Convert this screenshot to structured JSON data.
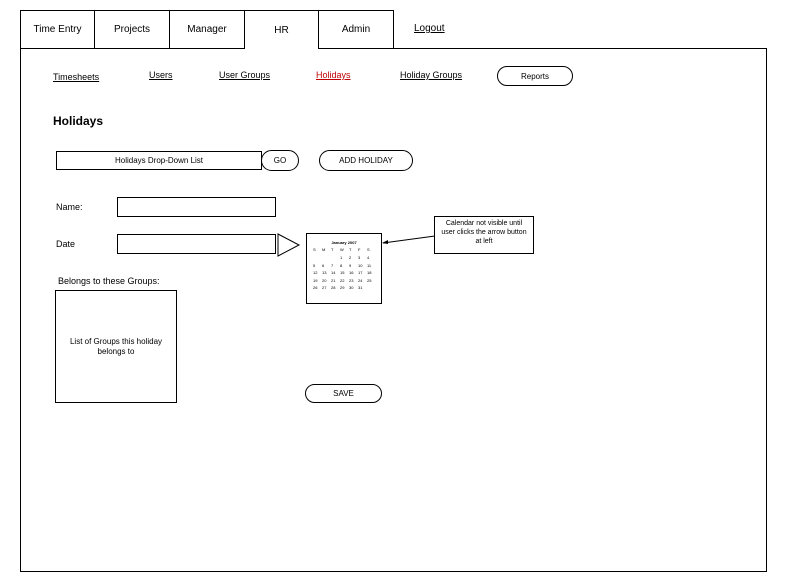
{
  "tabs": [
    {
      "label": "Time Entry"
    },
    {
      "label": "Projects"
    },
    {
      "label": "Manager"
    },
    {
      "label": "HR"
    },
    {
      "label": "Admin"
    },
    {
      "label": "Logout"
    }
  ],
  "subnav": {
    "timesheets": "Timesheets",
    "users": "Users",
    "user_groups": "User Groups",
    "holidays": "Holidays",
    "holiday_groups": "Holiday Groups",
    "reports": "Reports"
  },
  "page_title": "Holidays",
  "holiday_select": {
    "label": "Holidays Drop-Down List",
    "go": "GO"
  },
  "add_holiday": "ADD HOLIDAY",
  "form": {
    "name_label": "Name:",
    "date_label": "Date",
    "groups_label": "Belongs to these Groups:",
    "groups_box_text": "List of Groups this holiday belongs to",
    "save": "SAVE"
  },
  "calendar": {
    "title": "January 2007",
    "weekdays": [
      "S",
      "M",
      "T",
      "W",
      "T",
      "F",
      "S"
    ],
    "days": [
      "1",
      "2",
      "3",
      "4",
      "5",
      "6",
      "7",
      "8",
      "9",
      "10",
      "11",
      "12",
      "13",
      "14",
      "15",
      "16",
      "17",
      "18",
      "19",
      "20",
      "21",
      "22",
      "23",
      "24",
      "25",
      "26",
      "27",
      "28",
      "29",
      "30",
      "31"
    ]
  },
  "note": "Calendar not visible until user clicks the arrow button at left"
}
